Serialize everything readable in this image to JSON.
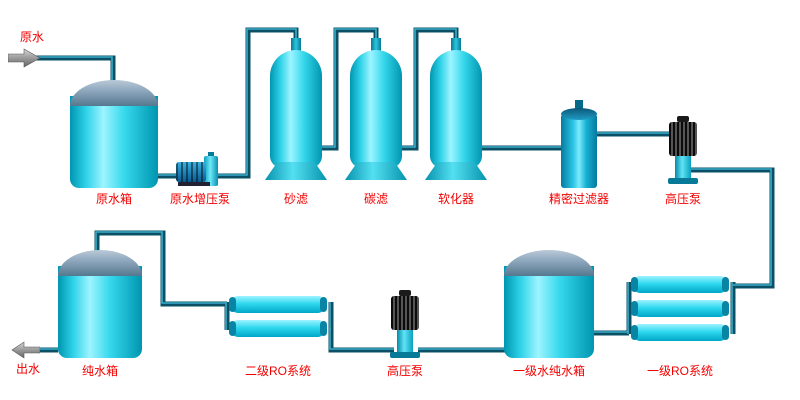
{
  "colors": {
    "equipment_cyan": "#00d2e8",
    "dome_gray": "#7d97ac",
    "pipe_dark": "#0b5064",
    "pipe_light": "#3fb6d4",
    "label_red": "#f30000",
    "pump_motor_black": "#1a1a1a",
    "background": "#ffffff"
  },
  "labels": {
    "raw_water": "原水",
    "raw_water_tank": "原水箱",
    "booster_pump": "原水增压泵",
    "sand_filter": "砂滤",
    "carbon_filter": "碳滤",
    "softener": "软化器",
    "precision_filter": "精密过滤器",
    "high_pressure_pump_top": "高压泵",
    "ro_system_stage1": "一级RO系统",
    "stage1_pure_water_tank": "一级水纯水箱",
    "high_pressure_pump_bottom": "高压泵",
    "ro_system_stage2": "二级RO系统",
    "pure_water_tank": "纯水箱",
    "water_outlet": "出水"
  }
}
